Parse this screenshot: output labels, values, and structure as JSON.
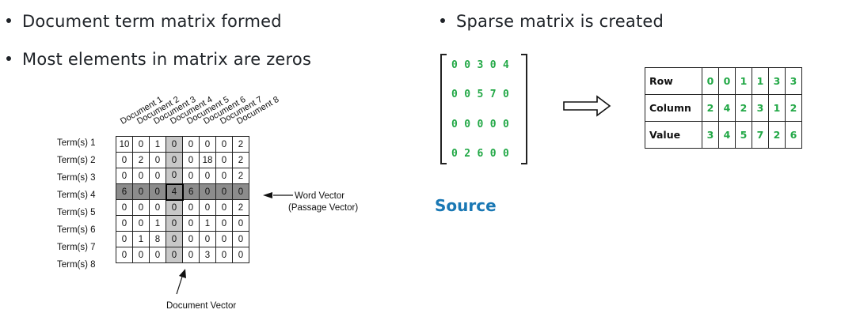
{
  "bullets": [
    "Document term matrix formed",
    "Most elements in matrix are zeros",
    "Sparse matrix is created"
  ],
  "dtm": {
    "documents": [
      "Document 1",
      "Document 2",
      "Document 3",
      "Document 4",
      "Document 5",
      "Document 6",
      "Document 7",
      "Document 8"
    ],
    "terms": [
      "Term(s) 1",
      "Term(s) 2",
      "Term(s) 3",
      "Term(s) 4",
      "Term(s) 5",
      "Term(s) 6",
      "Term(s) 7",
      "Term(s) 8"
    ],
    "values": [
      [
        "10",
        "0",
        "1",
        "0",
        "0",
        "0",
        "0",
        "2"
      ],
      [
        "0",
        "2",
        "0",
        "0",
        "0",
        "18",
        "0",
        "2"
      ],
      [
        "0",
        "0",
        "0",
        "0",
        "0",
        "0",
        "0",
        "2"
      ],
      [
        "6",
        "0",
        "0",
        "4",
        "6",
        "0",
        "0",
        "0"
      ],
      [
        "0",
        "0",
        "0",
        "0",
        "0",
        "0",
        "0",
        "2"
      ],
      [
        "0",
        "0",
        "1",
        "0",
        "0",
        "1",
        "0",
        "0"
      ],
      [
        "0",
        "1",
        "8",
        "0",
        "0",
        "0",
        "0",
        "0"
      ],
      [
        "0",
        "0",
        "0",
        "0",
        "0",
        "3",
        "0",
        "0"
      ]
    ],
    "highlight_row": 3,
    "highlight_col": 3,
    "word_vector_label": "Word Vector",
    "word_vector_sub": "(Passage Vector)",
    "document_vector_label": "Document Vector"
  },
  "matrix": {
    "rows": [
      "0 0 3 0 4",
      "0 0 5 7 0",
      "0 0 0 0 0",
      "0 2 6 0 0"
    ],
    "color": "#22a846"
  },
  "sparse": {
    "headers": [
      "Row",
      "Column",
      "Value"
    ],
    "rows": [
      [
        "0",
        "0",
        "1",
        "1",
        "3",
        "3"
      ],
      [
        "2",
        "4",
        "2",
        "3",
        "1",
        "2"
      ],
      [
        "3",
        "4",
        "5",
        "7",
        "2",
        "6"
      ]
    ]
  },
  "source_label": "Source",
  "colors": {
    "accent": "#1a78b4",
    "green": "#22a846",
    "text": "#1f2328"
  }
}
